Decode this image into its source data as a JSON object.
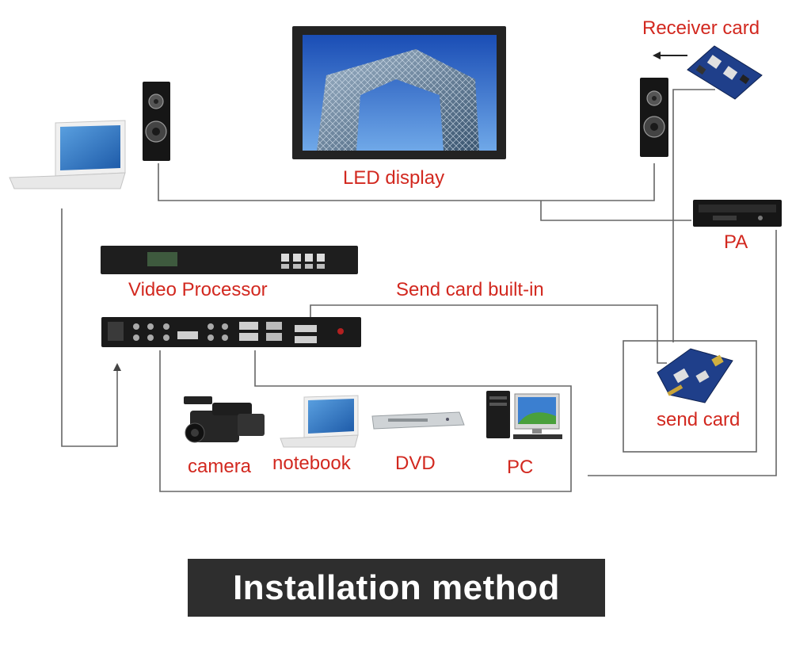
{
  "labels": {
    "receiver_card": "Receiver card",
    "led_display": "LED display",
    "pa": "PA",
    "video_processor": "Video Processor",
    "send_card_builtin": "Send card built-in",
    "send_card": "send card",
    "camera": "camera",
    "notebook": "notebook",
    "dvd": "DVD",
    "pc": "PC"
  },
  "banner": {
    "title": "Installation method"
  },
  "colors": {
    "label_red": "#d2281f",
    "line_gray": "#666666",
    "banner_bg": "#2e2e2e",
    "banner_text": "#ffffff"
  },
  "icons": [
    "laptop-icon",
    "speaker-icon",
    "led-display-icon",
    "receiver-card-icon",
    "pa-amplifier-icon",
    "video-processor-front-icon",
    "video-processor-rear-icon",
    "send-card-icon",
    "camera-icon",
    "notebook-icon",
    "dvd-player-icon",
    "pc-icon",
    "arrow-icon"
  ]
}
